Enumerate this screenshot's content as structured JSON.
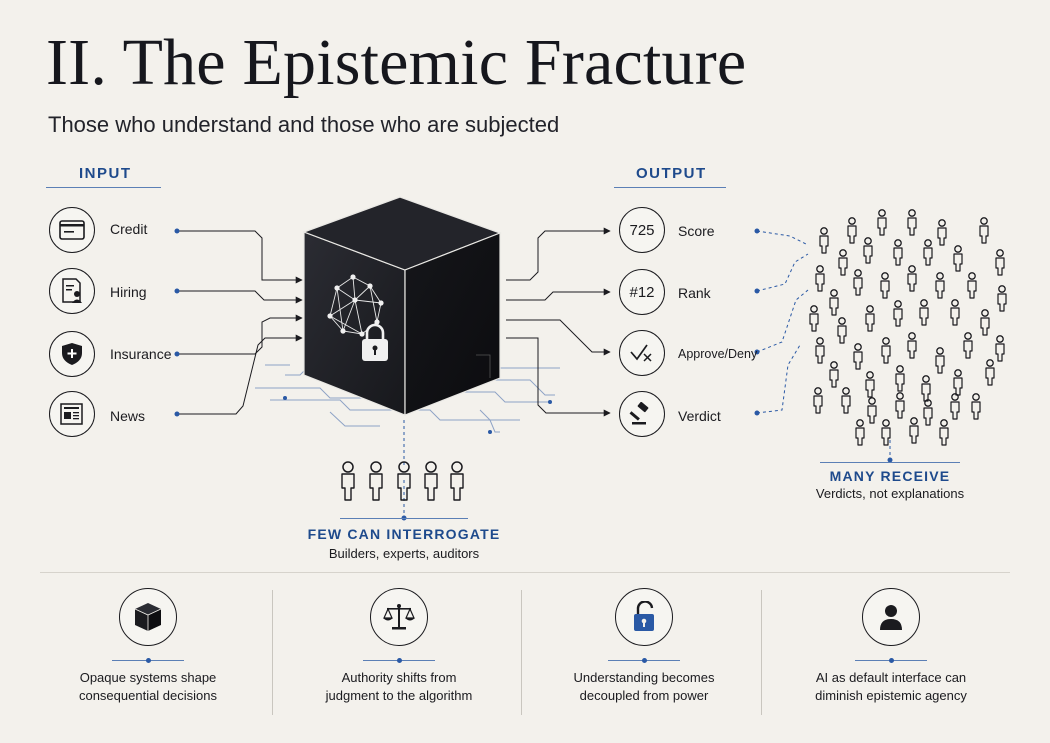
{
  "header": {
    "title": "II. The Epistemic Fracture",
    "subtitle": "Those who understand and those who are subjected"
  },
  "input": {
    "heading": "INPUT",
    "items": [
      {
        "label": "Credit",
        "icon": "credit-card-icon"
      },
      {
        "label": "Hiring",
        "icon": "resume-icon"
      },
      {
        "label": "Insurance",
        "icon": "shield-plus-icon"
      },
      {
        "label": "News",
        "icon": "newspaper-icon"
      }
    ]
  },
  "output": {
    "heading": "OUTPUT",
    "items": [
      {
        "badge": "725",
        "label": "Score"
      },
      {
        "badge": "#12",
        "label": "Rank"
      },
      {
        "badge": "",
        "label": "Approve/Deny",
        "icon": "check-x-icon"
      },
      {
        "badge": "",
        "label": "Verdict",
        "icon": "gavel-icon"
      }
    ]
  },
  "few": {
    "heading": "FEW CAN INTERROGATE",
    "sub": "Builders, experts, auditors"
  },
  "many": {
    "heading": "MANY RECEIVE",
    "sub": "Verdicts, not explanations"
  },
  "bottom": [
    {
      "icon": "cube-icon",
      "text1": "Opaque systems shape",
      "text2": "consequential decisions"
    },
    {
      "icon": "scales-icon",
      "text1": "Authority shifts from",
      "text2": "judgment to the algorithm"
    },
    {
      "icon": "unlocked-padlock-icon",
      "text1": "Understanding becomes",
      "text2": "decoupled from power"
    },
    {
      "icon": "person-icon",
      "text1": "AI as default interface can",
      "text2": "diminish epistemic agency"
    }
  ],
  "colors": {
    "accent": "#1e4a8c",
    "ink": "#1b1b1f",
    "cube_front": "#1c1d22",
    "cube_side": "#101114",
    "background": "#f3f1ec"
  }
}
